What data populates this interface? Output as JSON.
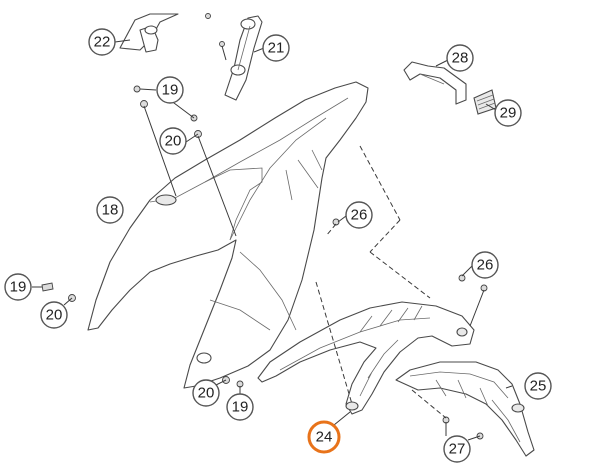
{
  "diagram": {
    "highlight_color": "#e8731a",
    "callouts": [
      {
        "id": "22",
        "label": "22"
      },
      {
        "id": "21",
        "label": "21"
      },
      {
        "id": "28",
        "label": "28"
      },
      {
        "id": "29",
        "label": "29"
      },
      {
        "id": "19a",
        "label": "19"
      },
      {
        "id": "20a",
        "label": "20"
      },
      {
        "id": "18",
        "label": "18"
      },
      {
        "id": "26a",
        "label": "26"
      },
      {
        "id": "19b",
        "label": "19"
      },
      {
        "id": "20b",
        "label": "20"
      },
      {
        "id": "26b",
        "label": "26"
      },
      {
        "id": "20c",
        "label": "20"
      },
      {
        "id": "19c",
        "label": "19"
      },
      {
        "id": "25",
        "label": "25"
      },
      {
        "id": "24",
        "label": "24",
        "highlighted": true
      },
      {
        "id": "27",
        "label": "27"
      }
    ]
  }
}
